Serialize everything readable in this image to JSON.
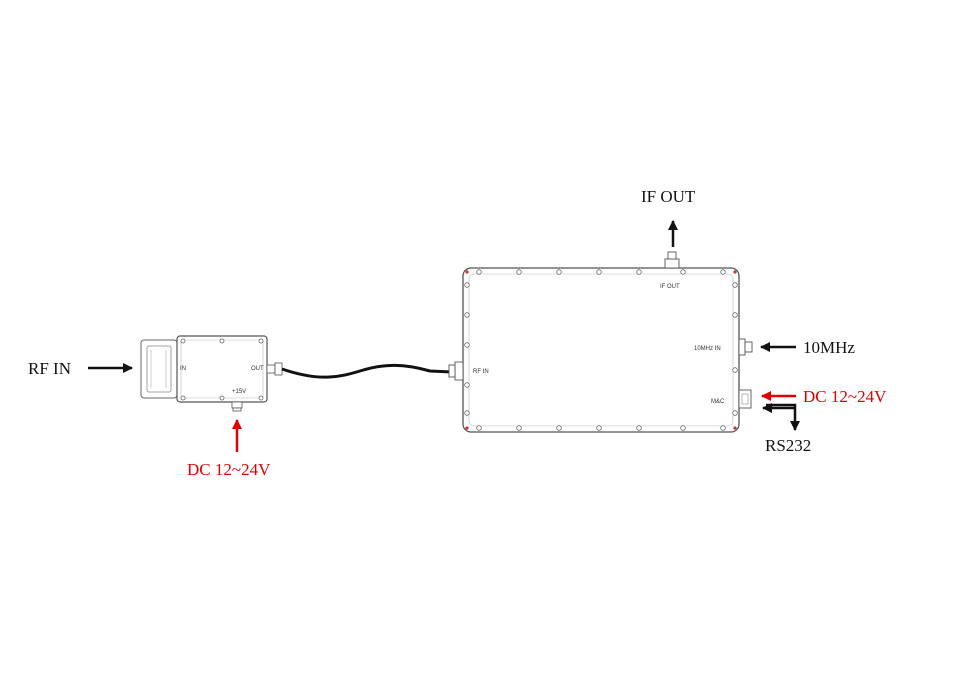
{
  "colors": {
    "text": "#111111",
    "accent": "#e00000",
    "outline": "#555555",
    "cable": "#111111"
  },
  "labels": {
    "rf_in": "RF IN",
    "dc_left": "DC 12~24V",
    "if_out": "IF OUT",
    "ten_mhz": "10MHz",
    "dc_right": "DC 12~24V",
    "rs232": "RS232"
  },
  "lna_module": {
    "in_port": "IN",
    "out_port": "OUT",
    "power_port": "+15V"
  },
  "converter_module": {
    "rf_in_port": "RF IN",
    "if_out_port": "IF OUT",
    "ref_port": "10MHz IN",
    "mc_port": "M&C"
  }
}
